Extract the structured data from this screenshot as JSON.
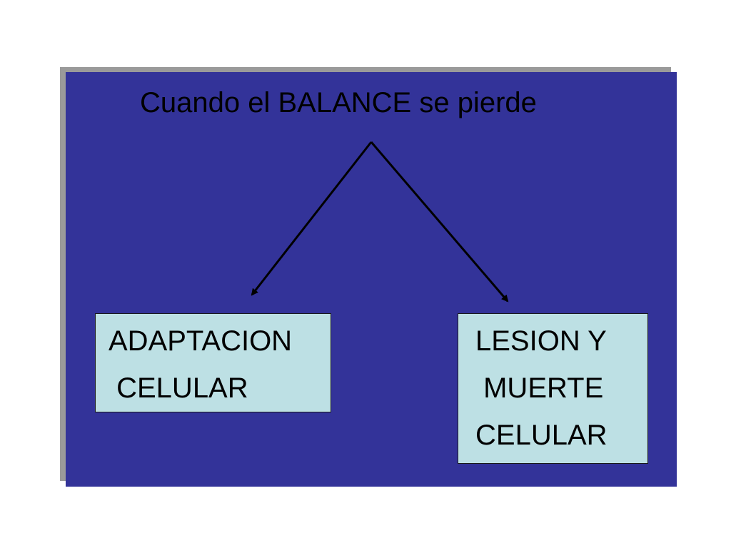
{
  "title": "Cuando el BALANCE se pierde",
  "left_box": {
    "lines": [
      "ADAPTACION",
      " CELULAR"
    ]
  },
  "right_box": {
    "lines": [
      "LESION Y",
      " MUERTE",
      "CELULAR"
    ]
  },
  "colors": {
    "panel": "#333399",
    "panel_shadow": "#9a9a9a",
    "box_fill": "#bde0e4",
    "text": "#000000",
    "arrow": "#000000"
  }
}
